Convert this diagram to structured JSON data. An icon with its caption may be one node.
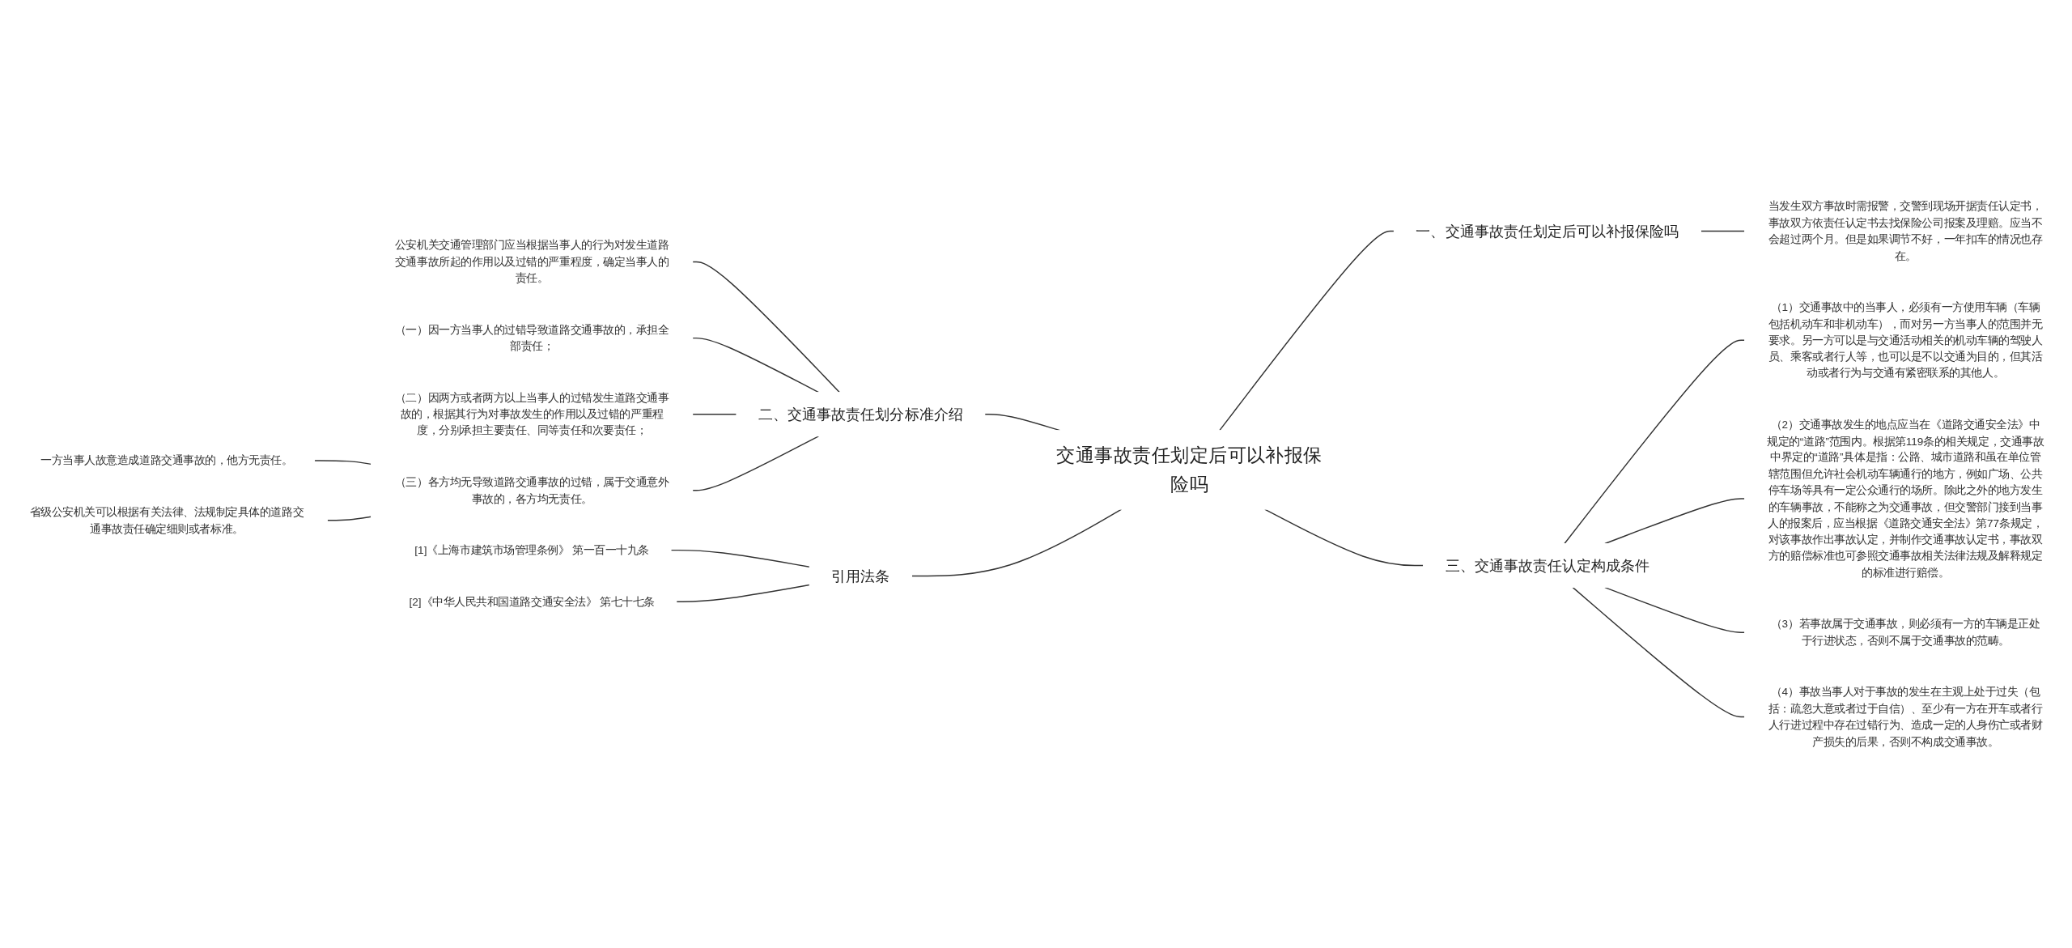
{
  "diagram": {
    "nodes": [
      {
        "text": [
          "交通事故责任划定后可以补报保险吗"
        ]
      },
      {
        "text": [
          "一、交通事故责任划定后可以补报保险吗"
        ]
      },
      {
        "text": [
          "当发生双方事故时需报警，交警到现场开据责任认定书，事故双方依责任认定书去找保险公司报案及理赔。应当不会超过两个月。但是如果调节不好，一年扣车的情况也存在。"
        ]
      },
      {
        "text": [
          "二、交通事故责任划分标准介绍"
        ]
      },
      {
        "text": [
          "公安机关交通管理部门应当根据当事人的行为对发生道路交通事故所起的作用以及过错的严重程度，确定当事人的责任。"
        ]
      },
      {
        "text": [
          "（一）因一方当事人的过错导致道路交通事故的，承担全部责任；"
        ]
      },
      {
        "text": [
          "（二）因两方或者两方以上当事人的过错发生道路交通事故的，根据其行为对事故发生的作用以及过错的严重程度，分别承担主要责任、同等责任和次要责任；"
        ]
      },
      {
        "text": [
          "（三）各方均无导致道路交通事故的过错，属于交通意外事故的，各方均无责任。"
        ]
      },
      {
        "text": [
          "一方当事人故意造成道路交通事故的，他方无责任。"
        ]
      },
      {
        "text": [
          "省级公安机关可以根据有关法律、法规制定具体的道路交通事故责任确定细则或者标准。"
        ]
      },
      {
        "text": [
          "三、交通事故责任认定构成条件"
        ]
      },
      {
        "text": [
          "（1）交通事故中的当事人，必须有一方使用车辆（车辆包括机动车和非机动车），而对另一方当事人的范围并无要求。另一方可以是与交通活动相关的机动车辆的驾驶人员、乘客或者行人等，也可以是不以交通为目的，但其活动或者行为与交通有紧密联系的其他人。"
        ]
      },
      {
        "text": [
          "（2）交通事故发生的地点应当在《道路交通安全法》中规定的“道路”范围内。根据第119条的相关规定，交通事故中界定的“道路”具体是指：公路、城市道路和虽在单位管辖范围但允许社会机动车辆通行的地方，例如广场、公共停车场等具有一定公众通行的场所。除此之外的地方发生的车辆事故，不能称之为交通事故，但交警部门接到当事人的报案后，应当根据《道路交通安全法》第77条规定，对该事故作出事故认定，并制作交通事故认定书，事故双方的赔偿标准也可参照交通事故相关法律法规及解释规定的标准进行赔偿。"
        ]
      },
      {
        "text": [
          "（3）若事故属于交通事故，则必须有一方的车辆是正处于行进状态，否则不属于交通事故的范畴。"
        ]
      },
      {
        "text": [
          "（4）事故当事人对于事故的发生在主观上处于过失（包括：疏忽大意或者过于自信）、至少有一方在开车或者行人行进过程中存在过错行为、造成一定的人身伤亡或者财产损失的后果，否则不构成交通事故。"
        ]
      },
      {
        "text": [
          "引用法条"
        ]
      },
      {
        "text": [
          "[1]《上海市建筑市场管理条例》 第一百一十九条"
        ]
      },
      {
        "text": [
          "[2]《中华人民共和国道路交通安全法》 第七十七条"
        ]
      }
    ],
    "edges": [
      {
        "from": 0,
        "to": 1,
        "arrow": "none"
      },
      {
        "from": 1,
        "to": 2,
        "arrow": "none"
      },
      {
        "from": 3,
        "to": 0,
        "arrow": "none"
      },
      {
        "from": 4,
        "to": 3,
        "arrow": "none"
      },
      {
        "from": 5,
        "to": 3,
        "arrow": "none"
      },
      {
        "from": 6,
        "to": 3,
        "arrow": "none"
      },
      {
        "from": 7,
        "to": 3,
        "arrow": "none"
      },
      {
        "from": 8,
        "to": 7,
        "arrow": "none"
      },
      {
        "from": 9,
        "to": 7,
        "arrow": "none"
      },
      {
        "from": 0,
        "to": 10,
        "arrow": "none"
      },
      {
        "from": 10,
        "to": 11,
        "arrow": "none"
      },
      {
        "from": 10,
        "to": 12,
        "arrow": "none"
      },
      {
        "from": 10,
        "to": 13,
        "arrow": "none"
      },
      {
        "from": 10,
        "to": 14,
        "arrow": "none"
      },
      {
        "from": 15,
        "to": 0,
        "arrow": "none"
      },
      {
        "from": 16,
        "to": 15,
        "arrow": "none"
      },
      {
        "from": 17,
        "to": 15,
        "arrow": "none"
      }
    ]
  }
}
